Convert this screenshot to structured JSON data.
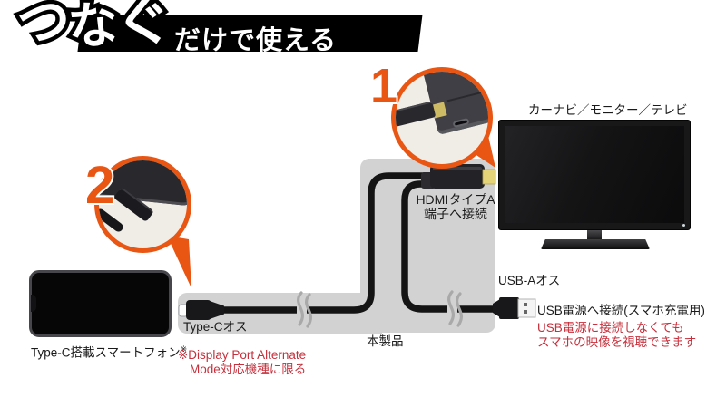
{
  "banner": {
    "title_main_chars": [
      "つ",
      "な",
      "ぐ"
    ],
    "title_sub": "だけで使える"
  },
  "steps": {
    "step1": "1",
    "step2": "2"
  },
  "devices": {
    "tv_label": "カーナビ／モニター／テレビ",
    "phone_label": "Type-C搭載スマートフォン",
    "phone_note_mark": "※"
  },
  "connections": {
    "hdmi_line1": "HDMIタイプA",
    "hdmi_line2": "端子へ接続",
    "typec_label": "Type-Cオス",
    "product_label": "本製品",
    "usba_label": "USB-Aオス",
    "usb_power_label": "USB電源へ接続(スマホ充電用)"
  },
  "notes": {
    "usb_red_line1": "USB電源に接続しなくても",
    "usb_red_line2": "スマホの映像を視聴できます",
    "dp_red_line1": "※Display Port Alternate",
    "dp_red_line2": "Mode対応機種に限る"
  },
  "icons": {
    "cable_break": "cable-break-mark",
    "callout1_photo": "hdmi-plug-into-device-photo",
    "callout2_photo": "typec-plug-into-phone-photo"
  },
  "colors": {
    "accent_orange": "#e95513",
    "note_red": "#c62f3b",
    "panel_gray": "#d2d2d2",
    "hdmi_gold": "#e6d478",
    "banner_black": "#000000"
  }
}
